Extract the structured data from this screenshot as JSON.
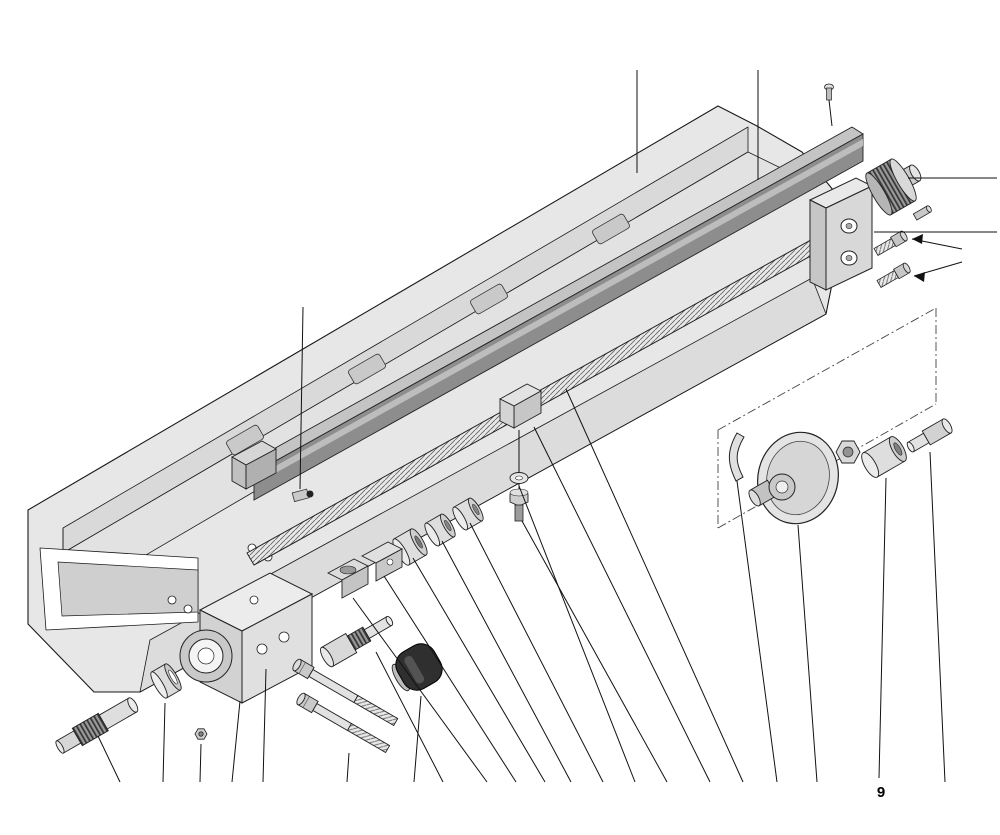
{
  "figure": {
    "part_label": "9"
  },
  "colors": {
    "background": "#ffffff",
    "line": "#1a1a1a",
    "fill_light": "#e9e9e9",
    "fill_mid": "#d6d6d6",
    "fill_dark": "#8d8d8d",
    "knob": "#2f2f2f"
  },
  "parts": [
    "lathe-bed",
    "way-cover",
    "rail-mounting-tabs",
    "leadscrew",
    "leadscrew-nut",
    "washer",
    "hex-bolt",
    "spacer-sleeves",
    "shaft-couplings",
    "bearing-block",
    "bushing-ring",
    "stepped-shaft",
    "small-nut",
    "cap-screws",
    "stepped-pin",
    "knob",
    "curved-shim",
    "handwheel",
    "hex-nut",
    "bushing",
    "shaft-pin",
    "end-bracket",
    "graduated-dial",
    "dial-screw",
    "socket-screws",
    "grease-fitting",
    "tiny-screw-top",
    "section-outline",
    "leader-lines"
  ]
}
